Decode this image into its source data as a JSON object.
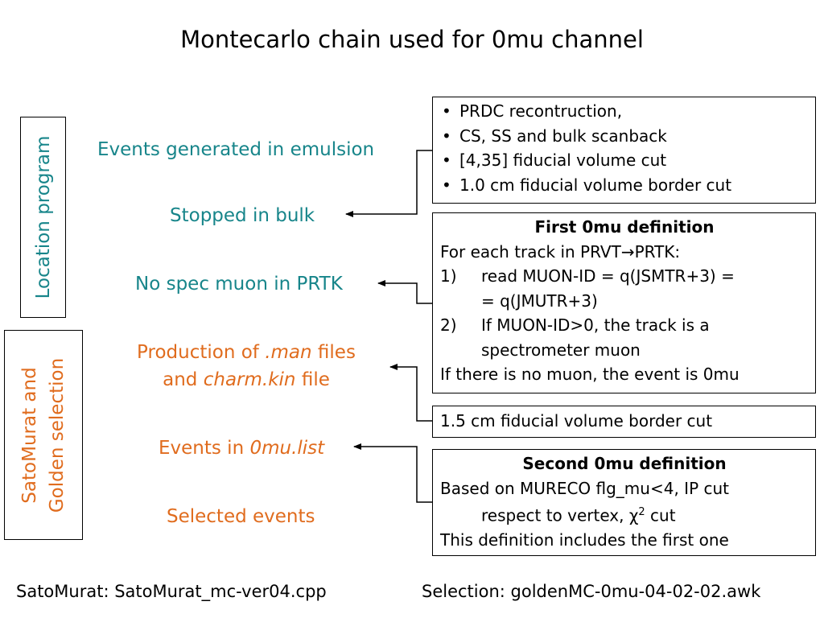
{
  "title": "Montecarlo chain used for 0mu channel",
  "labels": {
    "location_program": "Location program",
    "satomurat_line1": "SatoMurat and",
    "satomurat_line2": "Golden selection"
  },
  "steps": {
    "events_generated": "Events generated in emulsion",
    "stopped_in_bulk": "Stopped in bulk",
    "no_spec_muon": "No spec muon in PRTK",
    "production_a": "Production of ",
    "production_b": ".man",
    "production_c": " files",
    "production_d": "and ",
    "production_e": "charm.kin",
    "production_f": " file",
    "events_list_a": "Events in ",
    "events_list_b": "0mu.list",
    "selected": "Selected events"
  },
  "box_prdc": {
    "items": [
      "PRDC recontruction,",
      "CS, SS and bulk scanback",
      "[4,35] fiducial volume cut",
      "1.0 cm fiducial volume border cut"
    ]
  },
  "box_first": {
    "heading": "First 0mu definition",
    "line1_a": "For each track in PRVT",
    "line1_arrow": "→",
    "line1_b": "PRTK:",
    "item1_num": "1)",
    "item1_a": "read MUON-ID = q(JSMTR+3) =",
    "item1_b": "= q(JMUTR+3)",
    "item2_num": "2)",
    "item2_a": "If MUON-ID>0, the track is a",
    "item2_b": "spectrometer muon",
    "footer": "If there is no muon, the event is 0mu"
  },
  "box_border": {
    "text": "1.5 cm fiducial volume border cut"
  },
  "box_second": {
    "heading": "Second 0mu definition",
    "line1": "Based on MURECO flg_mu<4, IP cut",
    "line2_a": "respect to vertex, ",
    "line2_chi": "χ",
    "line2_sup": "2",
    "line2_b": " cut",
    "line3": "This definition includes the first one"
  },
  "footer": {
    "left": "SatoMurat: SatoMurat_mc-ver04.cpp",
    "right": "Selection: goldenMC-0mu-04-02-02.awk"
  },
  "colors": {
    "teal": "#17858a",
    "orange": "#e06c1e"
  }
}
